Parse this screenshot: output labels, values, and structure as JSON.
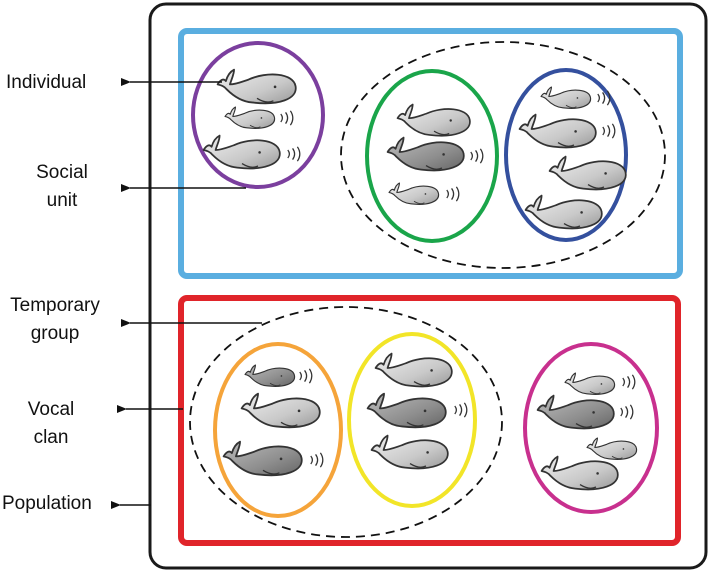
{
  "labels": {
    "individual": "Individual",
    "social_unit_line1": "Social",
    "social_unit_line2": "unit",
    "temporary_group_line1": "Temporary",
    "temporary_group_line2": "group",
    "vocal_clan_line1": "Vocal",
    "vocal_clan_line2": "clan",
    "population": "Population"
  },
  "colors": {
    "frame": "#1a1a1a",
    "vocal_clan_box_1": "#5aaee0",
    "vocal_clan_box_2": "#e0242a",
    "social_unit_purple": "#7b3f9e",
    "social_unit_green": "#1aa54a",
    "social_unit_blue": "#34509e",
    "social_unit_orange": "#f5a43a",
    "social_unit_yellow": "#f2e528",
    "social_unit_magenta": "#c8308e",
    "whale_light": "#c9c9c9",
    "whale_dark": "#8e8e8e"
  },
  "icons": [
    "sperm-whale-icon",
    "vocalization-icon",
    "arrow-icon"
  ]
}
